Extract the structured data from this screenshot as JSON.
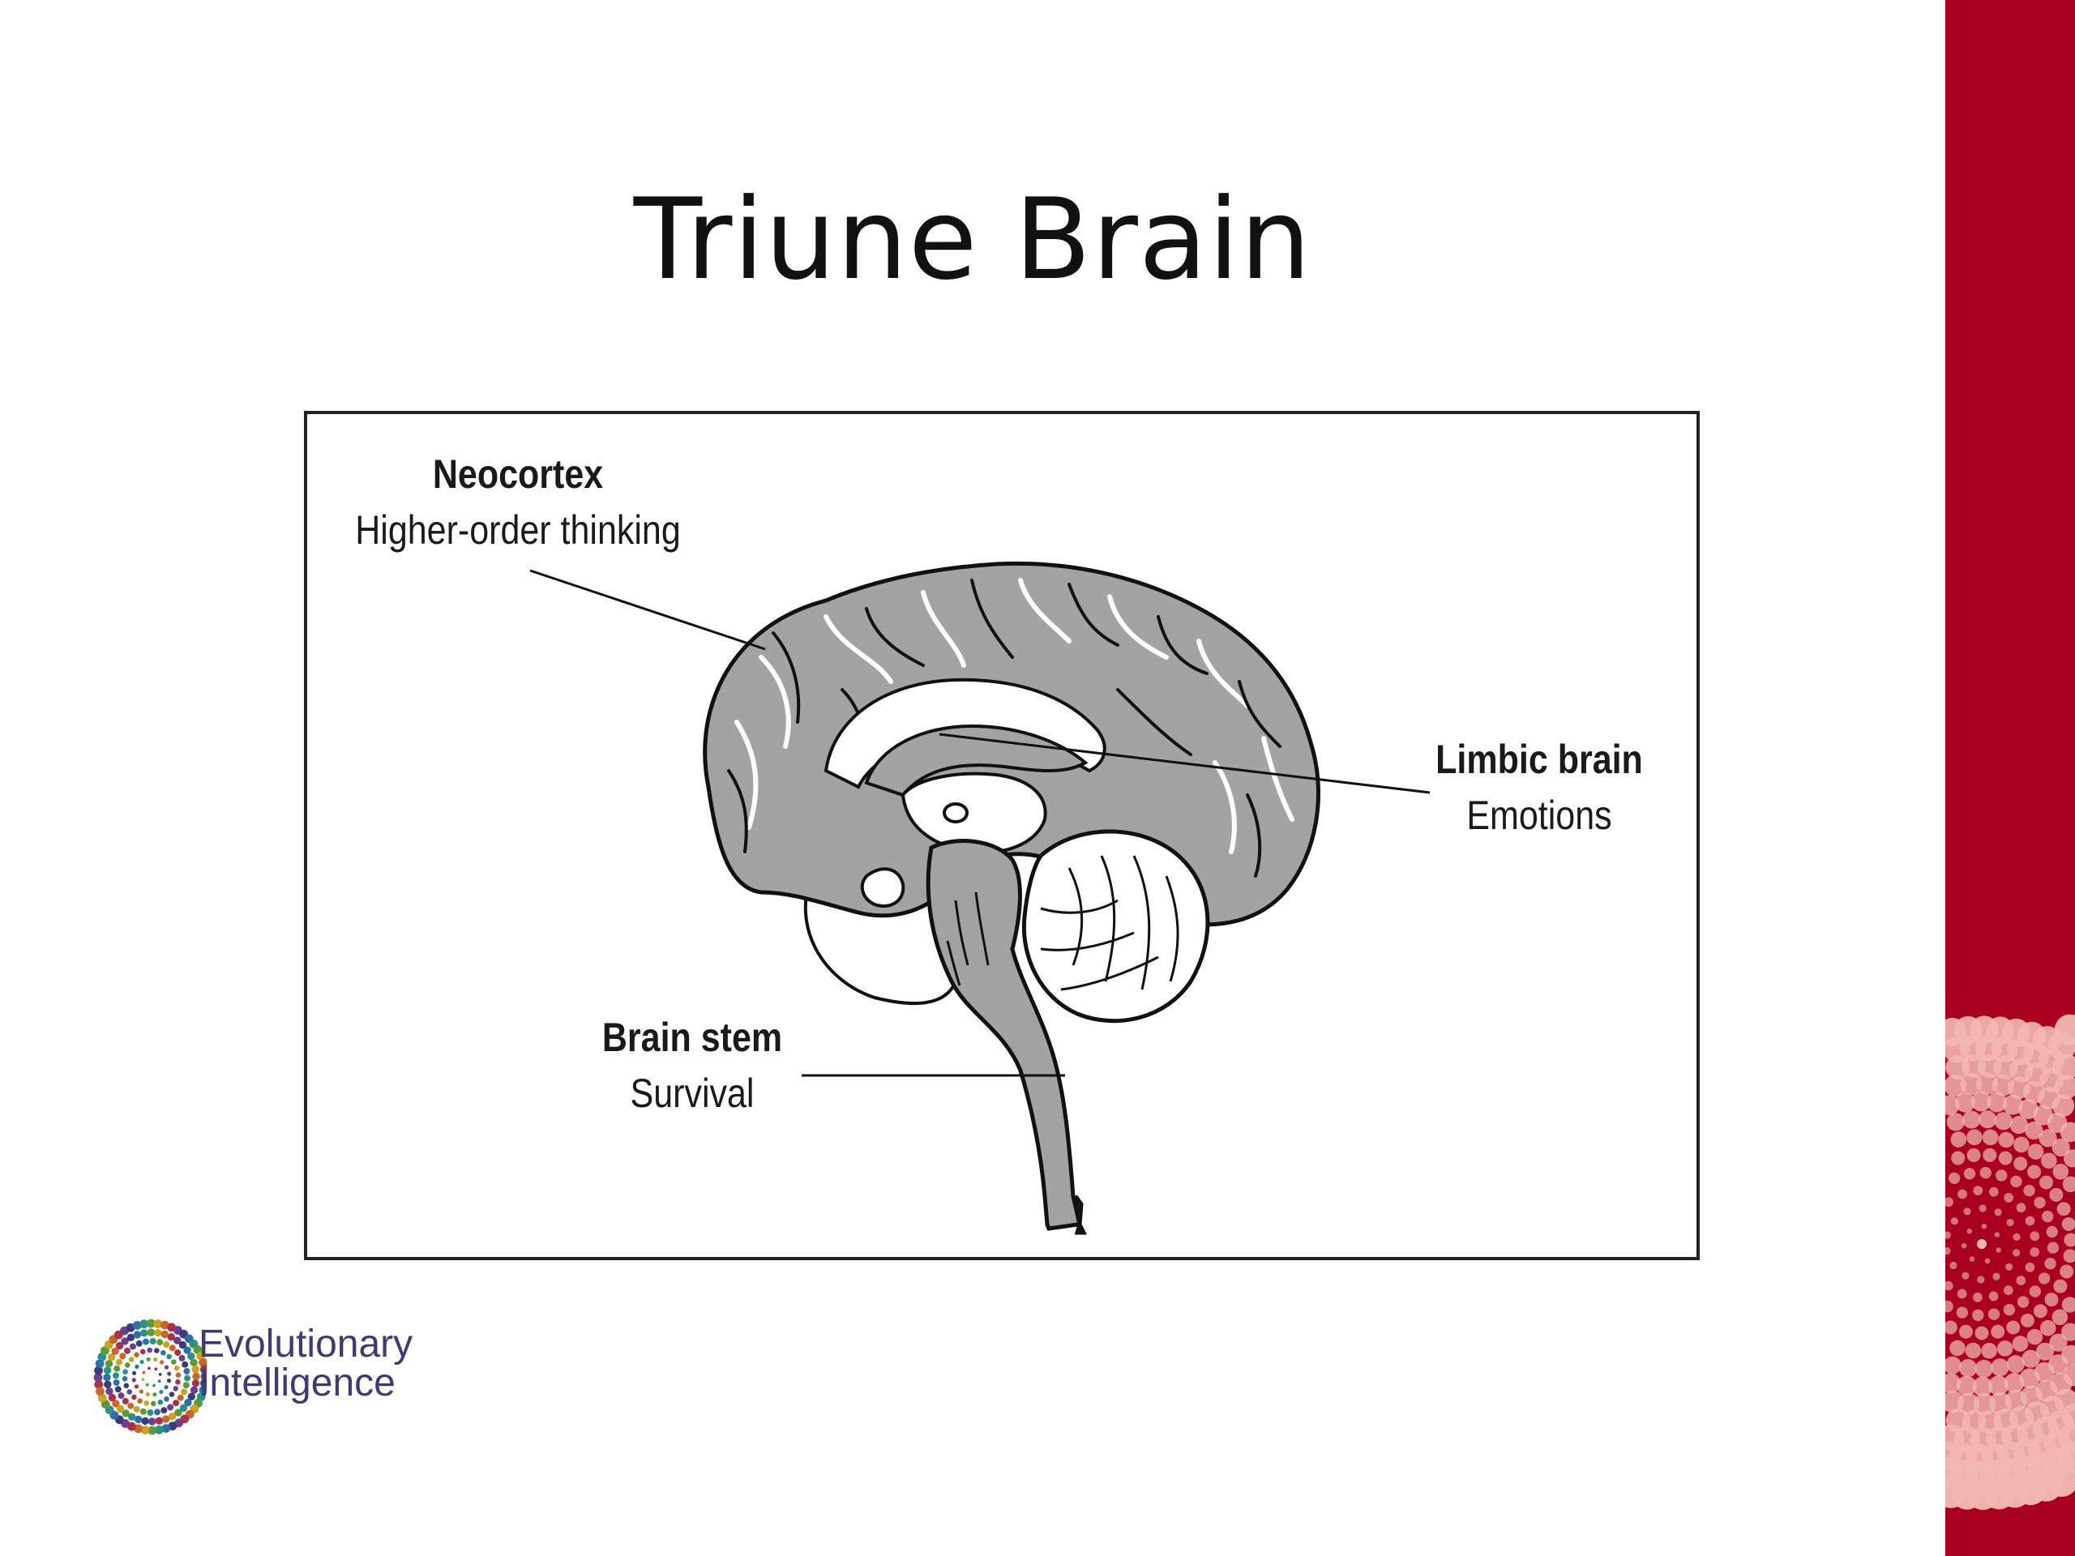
{
  "slide": {
    "title": "Triune Brain"
  },
  "figure": {
    "labels": {
      "neocortex": {
        "name": "Neocortex",
        "function": "Higher-order thinking"
      },
      "limbic": {
        "name": "Limbic brain",
        "function": "Emotions"
      },
      "brainstem": {
        "name": "Brain stem",
        "function": "Survival"
      }
    }
  },
  "logo": {
    "line1": "Evolutionary",
    "line2": "Intelligence"
  },
  "colors": {
    "accent_band": "#a8001e",
    "brain_gray": "#a3a3a3",
    "logo_text": "#3d3b73"
  }
}
